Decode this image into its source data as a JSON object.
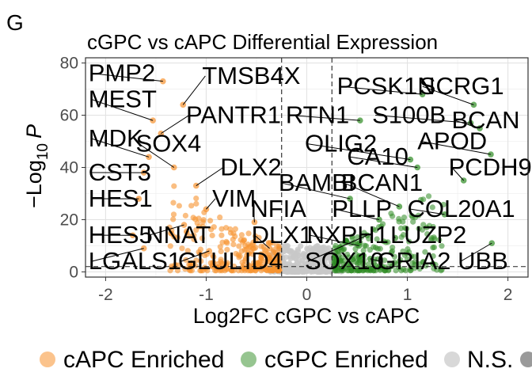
{
  "panel_label": "G",
  "colors": {
    "capc": "#F7922E",
    "cgpc": "#2E8B22",
    "ns": "#C8C8C8",
    "other": "#9A9A9A"
  },
  "chart_data": {
    "type": "scatter",
    "title": "cGPC vs cAPC Differential Expression",
    "xlabel": "Log2FC cGPC vs cAPC",
    "ylabel_main": "−Log",
    "ylabel_sub": "10",
    "ylabel_var": "P",
    "xlim": [
      -2.2,
      2.2
    ],
    "ylim": [
      -2,
      82
    ],
    "xticks": [
      "-2",
      "-1",
      "0",
      "1",
      "2"
    ],
    "xtick_values": [
      -2,
      -1,
      0,
      1,
      2
    ],
    "yticks": [
      "0",
      "20",
      "40",
      "60",
      "80"
    ],
    "ytick_values": [
      0,
      20,
      40,
      60,
      80
    ],
    "grid": true,
    "thresholds": {
      "log2fc": [
        -0.25,
        0.25
      ],
      "neglog10p": 2
    },
    "series": [
      {
        "name": "cAPC Enriched",
        "color_key": "capc"
      },
      {
        "name": "cGPC Enriched",
        "color_key": "cgpc"
      },
      {
        "name": "N.S.",
        "color_key": "ns"
      },
      {
        "name": "",
        "color_key": "other"
      }
    ],
    "labeled_genes": [
      {
        "gene": "PMP2",
        "x": -1.43,
        "y": 73,
        "lx": -2.17,
        "ly": 73
      },
      {
        "gene": "TMSB4X",
        "x": -1.23,
        "y": 64,
        "lx": -1.04,
        "ly": 72
      },
      {
        "gene": "MEST",
        "x": -1.53,
        "y": 58,
        "lx": -2.17,
        "ly": 63
      },
      {
        "gene": "PANTR1",
        "x": -1.45,
        "y": 53,
        "lx": -1.2,
        "ly": 57
      },
      {
        "gene": "RTN1",
        "x": 0.53,
        "y": 58,
        "lx": -0.21,
        "ly": 57
      },
      {
        "gene": "PCSK1N",
        "x": 1.15,
        "y": 68,
        "lx": 0.3,
        "ly": 68
      },
      {
        "gene": "SCRG1",
        "x": 1.66,
        "y": 64,
        "lx": 1.12,
        "ly": 68
      },
      {
        "gene": "S100B",
        "x": 1.63,
        "y": 57,
        "lx": 0.65,
        "ly": 57
      },
      {
        "gene": "BCAN",
        "x": 1.72,
        "y": 55,
        "lx": 1.44,
        "ly": 55
      },
      {
        "gene": "MDK",
        "x": -1.57,
        "y": 44,
        "lx": -2.17,
        "ly": 48
      },
      {
        "gene": "SOX4",
        "x": -1.32,
        "y": 40,
        "lx": -1.7,
        "ly": 46
      },
      {
        "gene": "OLIG2",
        "x": 1.03,
        "y": 43,
        "lx": -0.02,
        "ly": 46
      },
      {
        "gene": "APOD",
        "x": 1.83,
        "y": 45,
        "lx": 1.1,
        "ly": 47
      },
      {
        "gene": "CA10",
        "x": 1.1,
        "y": 40,
        "lx": 0.4,
        "ly": 41
      },
      {
        "gene": "CST3",
        "x": -1.62,
        "y": 38,
        "lx": -2.17,
        "ly": 35
      },
      {
        "gene": "DLX2",
        "x": -1.1,
        "y": 33,
        "lx": -0.86,
        "ly": 37
      },
      {
        "gene": "PCDH9",
        "x": 1.56,
        "y": 35,
        "lx": 1.41,
        "ly": 37
      },
      {
        "gene": "BAMBI",
        "x": 0.43,
        "y": 28,
        "lx": -0.28,
        "ly": 31
      },
      {
        "gene": "BCAN1",
        "x": 0.92,
        "y": 25,
        "lx": 0.34,
        "ly": 31
      },
      {
        "gene": "HES1",
        "x": -1.67,
        "y": 28,
        "lx": -2.17,
        "ly": 25
      },
      {
        "gene": "VIM",
        "x": -1.0,
        "y": 24,
        "lx": -0.94,
        "ly": 25
      },
      {
        "gene": "NFIA",
        "x": -0.52,
        "y": 19,
        "lx": -0.56,
        "ly": 21
      },
      {
        "gene": "PLLP",
        "x": 0.72,
        "y": 20,
        "lx": 0.25,
        "ly": 21
      },
      {
        "gene": "COL20A1",
        "x": 1.37,
        "y": 22,
        "lx": 1.0,
        "ly": 21
      },
      {
        "gene": "HES5",
        "x": -1.73,
        "y": 14,
        "lx": -2.17,
        "ly": 11
      },
      {
        "gene": "NNAT",
        "x": -1.22,
        "y": 18,
        "lx": -1.6,
        "ly": 11
      },
      {
        "gene": "DLX1",
        "x": -0.37,
        "y": 9,
        "lx": -0.55,
        "ly": 11
      },
      {
        "gene": "NXPH1",
        "x": 0.52,
        "y": 10,
        "lx": 0.0,
        "ly": 11
      },
      {
        "gene": "LUZP2",
        "x": 0.88,
        "y": 13,
        "lx": 0.83,
        "ly": 11
      },
      {
        "gene": "LGALS1",
        "x": -1.62,
        "y": 9,
        "lx": -2.17,
        "ly": 1
      },
      {
        "gene": "GLUL",
        "x": -0.97,
        "y": 8,
        "lx": -1.28,
        "ly": 1
      },
      {
        "gene": "ID4",
        "x": -0.58,
        "y": 7,
        "lx": -0.62,
        "ly": 1
      },
      {
        "gene": "SOX10",
        "x": 0.6,
        "y": 14,
        "lx": -0.02,
        "ly": 1
      },
      {
        "gene": "GRIA2",
        "x": 0.63,
        "y": 5,
        "lx": 0.7,
        "ly": 1
      },
      {
        "gene": "UBB",
        "x": 1.84,
        "y": 11,
        "lx": 1.5,
        "ly": 1
      }
    ]
  }
}
